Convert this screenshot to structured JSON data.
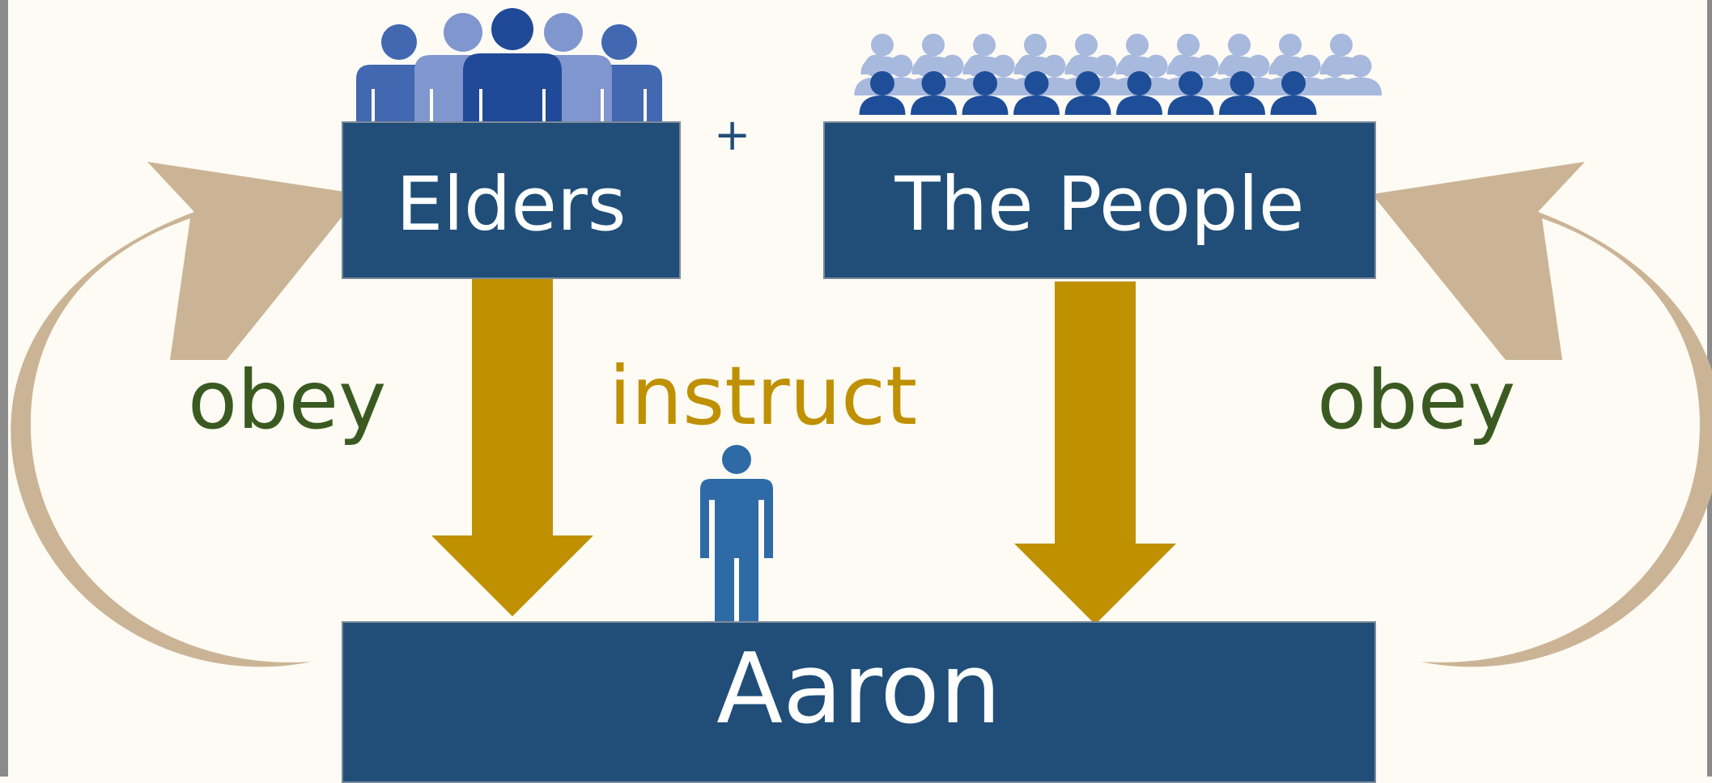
{
  "colors": {
    "background": "#fdfbf4",
    "box": "#204e78",
    "down_arrow": "#bf9000",
    "curved_arrow": "#cbb495",
    "obey_text": "#3b5a21",
    "instruct_text": "#bf9000",
    "person": "#2e6aa6",
    "crowd_front": "#1f4e99",
    "crowd_back": "#a8b9de"
  },
  "boxes": {
    "elders": "Elders",
    "people": "The People",
    "aaron": "Aaron"
  },
  "plus": "+",
  "labels": {
    "obey_left": "obey",
    "instruct": "instruct",
    "obey_right": "obey"
  },
  "icons": {
    "elders_group": "group-of-people-icon",
    "crowd": "crowd-icon",
    "aaron": "person-icon"
  }
}
